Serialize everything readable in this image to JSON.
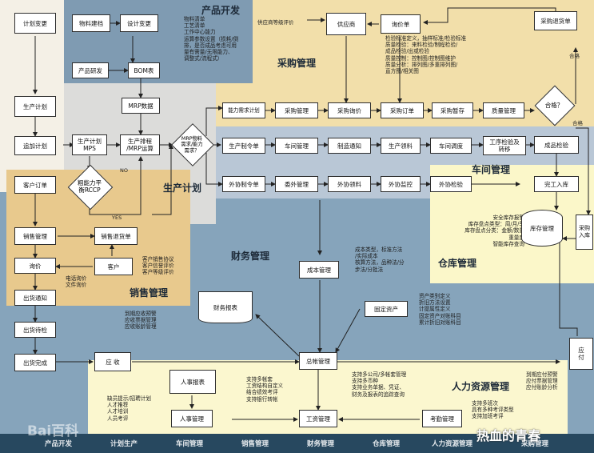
{
  "colors": {
    "background": "#f4f0e6",
    "product_dev": "#7f9bb2",
    "purchasing": "#f2dfaa",
    "workshop": "#b9c7d6",
    "production_plan": "#dcdcda",
    "warehouse": "#fbf7c9",
    "sales": "#e8c98d",
    "finance": "#86a4bb",
    "hr": "#fbf7cf",
    "footer": "#27485f"
  },
  "titles": {
    "product_dev": "产品开发",
    "purchasing": "采购管理",
    "production_plan": "生产计划",
    "workshop": "车间管理",
    "finance": "财务管理",
    "warehouse": "仓库管理",
    "sales": "销售管理",
    "hr": "人力资源管理"
  },
  "boxes": {
    "plan_change": "计划变更",
    "production_plan": "生产计划",
    "add_plan": "追加计划",
    "customer_order": "客户订单",
    "sales_mgmt": "销售管理",
    "inquiry": "询价",
    "ship_notice": "出货通知",
    "ship_inspect": "出货待检",
    "ship_done": "出货完成",
    "material_build": "物料建档",
    "design_change": "设计变更",
    "product_rd": "产品研发",
    "bom": "BOM表",
    "mrp_data": "MRP数据",
    "mps": "生产计划\nMPS",
    "mrp_run": "生产排程\n/MRP运算",
    "sales_return": "销售退货单",
    "customer": "客户",
    "receivable": "应 收",
    "supplier": "供应商",
    "inquiry_price": "询价单",
    "purchase_return": "采购退货单",
    "demand_calc": "能力需求计划",
    "purchase_mgmt": "采购管理",
    "purchase_inquiry": "采购询价",
    "purchase_order": "采购订单",
    "purchase_hold": "采购暂存",
    "quality_mgmt": "质量管理",
    "mfg_order": "生产制令单",
    "workshop_mgmt": "车间管理",
    "mfg_notice": "制造通知",
    "prod_pick": "生产领料",
    "workshop_sched": "车间调度",
    "process_check": "工序检验及\n转移",
    "product_check": "成品检验",
    "outsource_order": "外协制令单",
    "outsource_mgmt": "委外管理",
    "outsource_pick": "外协领料",
    "outsource_monitor": "外协监控",
    "outsource_check": "外协检验",
    "finish_store": "完工入库",
    "cost_mgmt": "成本管理",
    "fixed_assets": "固定资产",
    "finance_report": "财务报表",
    "gl_mgmt": "总帐管理",
    "inventory_mgmt": "库存管理",
    "purchase_store": "采购\n入库",
    "payable": "应\n付",
    "hr_report": "人事报表",
    "hr_mgmt": "人事管理",
    "payroll_mgmt": "工资管理",
    "attendance_mgmt": "考勤管理"
  },
  "diamonds": {
    "rccp": "粗能力平\n衡RCCP",
    "mrp_demand": "MRP物料\n需求/能力\n需求？",
    "qualified": "合格？"
  },
  "flow_labels": {
    "no": "NO",
    "yes": "YES",
    "pass1": "合格",
    "pass2": "合格",
    "supplier_eval": "供应商等级评价"
  },
  "notes": {
    "product_dev": "物料清单\n工艺清单\n工作中心能力\n运算参数设置（损耗/倒\n排，是否成品考虑可用\n量有需量/无限能力、\n调整式/流程式）",
    "quality": "检验标准定义，抽样标准/检验标准\n质量检验：来料检验/制程检验/\n成品检验/出或检验\n质量控制：控制图/控制图维护\n质量分析：排列图/多重排列图/\n直方图/相关图",
    "cost": "成本类型，标准方法\n/实际成本\n核算方法，品种法/分\n步法/分批法",
    "fixed_assets": "资产类别定义\n折旧方法设置\n计提属性定义\n固定资产对账科目\n累计折旧对账科目",
    "receivable": "到期应收预警\n应收票据管理\n应收账龄管理",
    "customer": "客户销售协议\n客户信誉评价\n客户等级评价",
    "inquiry": "电话询价\n文件询价",
    "warehouse": "安全库存报警\n库存盘点类型：周/月/季\n库存盘点分类：金额/数量\n重量度\n智能库存查询",
    "payable": "到期应付预警\n应付票据管理\n应付账龄分析",
    "gl": "支持多公司/多帐套管理\n支持多币种\n支持业务单据、凭证、\n财务及报表的追踪查询",
    "hr_tips": "缺员提示/招聘计划\n人才推荐\n人才培训\n人员考评",
    "payroll": "支持多帐套\n工资结构自定义\n结合绩效考评\n支持银行转帐",
    "attendance": "支持多班次\n具有多种考评类型\n支持加班考评"
  },
  "footer": [
    "产品开发",
    "计划生产",
    "车间管理",
    "销售管理",
    "财务管理",
    "仓库管理",
    "人力资源管理",
    "采购管理"
  ],
  "brand": "热血的青春",
  "logo": "Bai百科"
}
